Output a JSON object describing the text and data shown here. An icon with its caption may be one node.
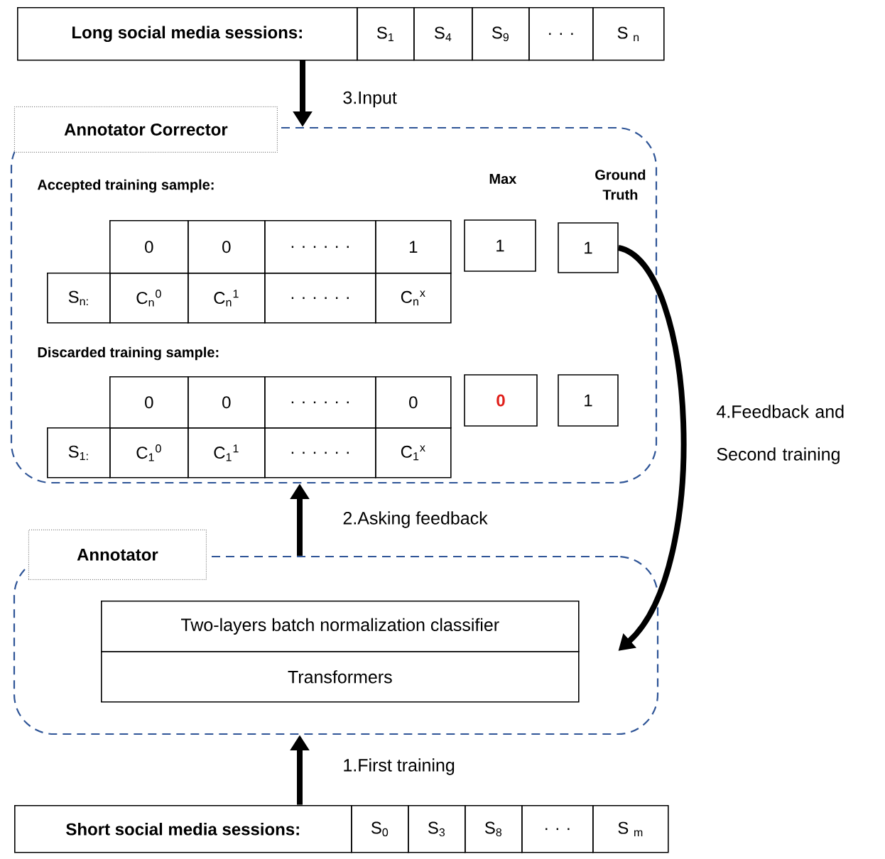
{
  "diagram": {
    "nodes": [
      {
        "text": [
          "Long social media sessions:",
          "S$_{1}$",
          "S$_{4}$",
          "S$_{9}$",
          ". . .",
          "S $_{n}$"
        ]
      },
      {
        "text": [
          "Annotator Corrector"
        ]
      },
      {
        "text": [
          "0",
          "0",
          ". . . . . .",
          "1",
          "S$_{n:}$",
          "C$_{n}$$^{0}$",
          "C$_{n}$$^{1}$",
          ". . . . . .",
          "C$_{n}$$^{x}$"
        ],
        "in": 1,
        "beside": [
          "Accepted training sample:"
        ]
      },
      {
        "text": [
          "1"
        ],
        "in": 1,
        "beside": [
          "Max"
        ]
      },
      {
        "text": [
          "1"
        ],
        "in": 1,
        "beside": [
          "Ground Truth"
        ]
      },
      {
        "text": [
          "0",
          "0",
          ". . . . . .",
          "0",
          "S$_{1:}$",
          "C$_{1}$$^{0}$",
          "C$_{1}$$^{1}$",
          ". . . . . .",
          "C$_{1}$$^{x}$"
        ],
        "in": 1,
        "beside": [
          "Discarded training sample:"
        ]
      },
      {
        "text": [
          "0"
        ],
        "in": 1
      },
      {
        "text": [
          "1"
        ],
        "in": 1
      },
      {
        "text": [
          "Annotator"
        ]
      },
      {
        "text": [
          "Two-layers batch normalization classifier",
          "Transformers"
        ],
        "in": 8
      },
      {
        "text": [
          "Short social media  sessions:",
          "S$_{0}$",
          "S$_{3}$",
          "S$_{8}$",
          ". . .",
          "S $_{m}$"
        ]
      }
    ],
    "edges": [
      {
        "from": 0,
        "to": 1,
        "arrow": "to",
        "label": "3.Input"
      },
      {
        "from": 8,
        "to": 1,
        "arrow": "to",
        "label": "2.Asking feedback"
      },
      {
        "from": 4,
        "to": 9,
        "arrow": "to",
        "label": "4.Feedback and Second training"
      },
      {
        "from": 10,
        "to": 8,
        "arrow": "to",
        "label": "1.First training"
      }
    ]
  }
}
